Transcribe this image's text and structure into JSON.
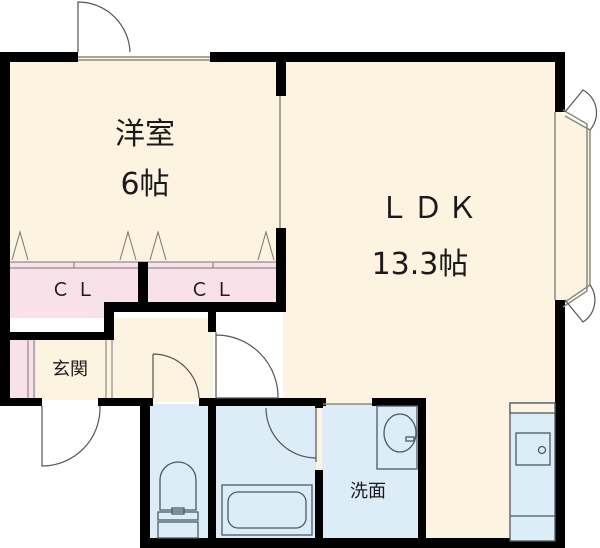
{
  "floor_plan": {
    "colors": {
      "wall": "#000000",
      "living_floor": "#fdf3e1",
      "closet_floor": "#f9e1ea",
      "wet_floor": "#dcedf8",
      "fixture_line": "#4a5a66",
      "door_line": "#555555"
    },
    "rooms": [
      {
        "id": "western-room",
        "name": "洋室",
        "size": "6帖"
      },
      {
        "id": "ldk",
        "name": "ＬＤＫ",
        "size": "13.3帖"
      },
      {
        "id": "closet-1",
        "name": "ＣＬ"
      },
      {
        "id": "closet-2",
        "name": "ＣＬ"
      },
      {
        "id": "entrance",
        "name": "玄関"
      },
      {
        "id": "washroom",
        "name": "洗面"
      },
      {
        "id": "toilet",
        "name": ""
      },
      {
        "id": "bathroom",
        "name": ""
      },
      {
        "id": "kitchen",
        "name": ""
      }
    ]
  }
}
